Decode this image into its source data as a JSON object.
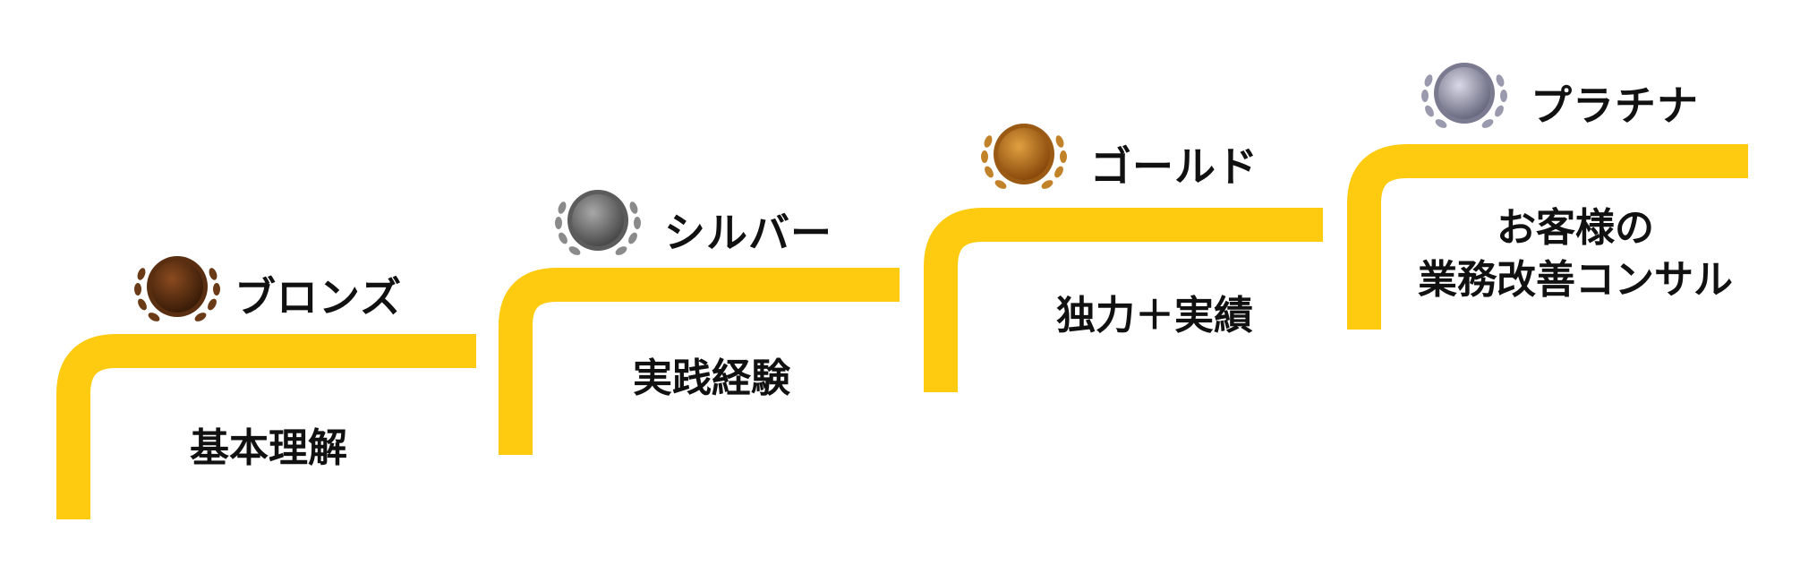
{
  "colors": {
    "step": "#FFCB11",
    "text": "#111111"
  },
  "tiers": [
    {
      "name": "ブロンズ",
      "skill": "基本理解",
      "medal": "bronze-laurel-medal-icon",
      "medal_colors": [
        "#8a4b1f",
        "#3a1c08"
      ]
    },
    {
      "name": "シルバー",
      "skill": "実践経験",
      "medal": "silver-laurel-medal-icon",
      "medal_colors": [
        "#a8a8a8",
        "#4a4a4a"
      ]
    },
    {
      "name": "ゴールド",
      "skill": "独力＋実績",
      "medal": "gold-laurel-medal-icon",
      "medal_colors": [
        "#e0a040",
        "#8a4a0c"
      ]
    },
    {
      "name": "プラチナ",
      "skill": "お客様の\n業務改善コンサル",
      "medal": "platinum-laurel-medal-icon",
      "medal_colors": [
        "#d8d8e6",
        "#6a6a80"
      ]
    }
  ]
}
